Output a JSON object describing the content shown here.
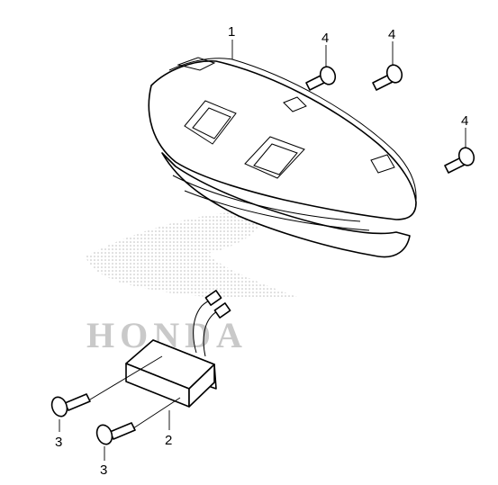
{
  "callouts": {
    "lamp_assembly": "1",
    "unit": "2",
    "screw_left": "3",
    "screw_bottom": "3",
    "bolt_a": "4",
    "bolt_b": "4",
    "bolt_c": "4"
  },
  "watermark": {
    "text": "HONDA"
  }
}
